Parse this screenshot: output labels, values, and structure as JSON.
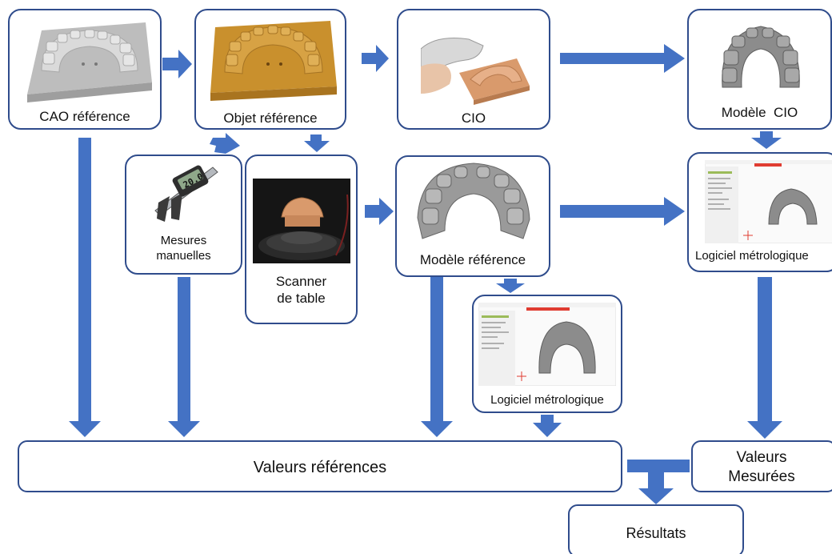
{
  "nodes": {
    "cao_reference": "CAO référence",
    "objet_reference": "Objet référence",
    "cio": "CIO",
    "modele_cio": "Modèle  CIO",
    "mesures_manuelles_line1": "Mesures",
    "mesures_manuelles_line2": "manuelles",
    "scanner_line1": "Scanner",
    "scanner_line2": "de table",
    "modele_reference": "Modèle référence",
    "logiciel_right": "Logiciel métrologique",
    "logiciel_center": "Logiciel métrologique",
    "valeurs_references": "Valeurs références",
    "valeurs_mesurees_line1": "Valeurs",
    "valeurs_mesurees_line2": "Mesurées",
    "resultats": "Résultats"
  },
  "caliper_display": "20.0",
  "colors": {
    "box_border": "#2F4C8C",
    "arrow": "#4472C4",
    "cad_model": "#C8C8C8",
    "physical_model": "#C9902D",
    "scan_model": "#8E8E8E",
    "scanner_bg": "#151515",
    "software_accent": "#E03C31"
  }
}
